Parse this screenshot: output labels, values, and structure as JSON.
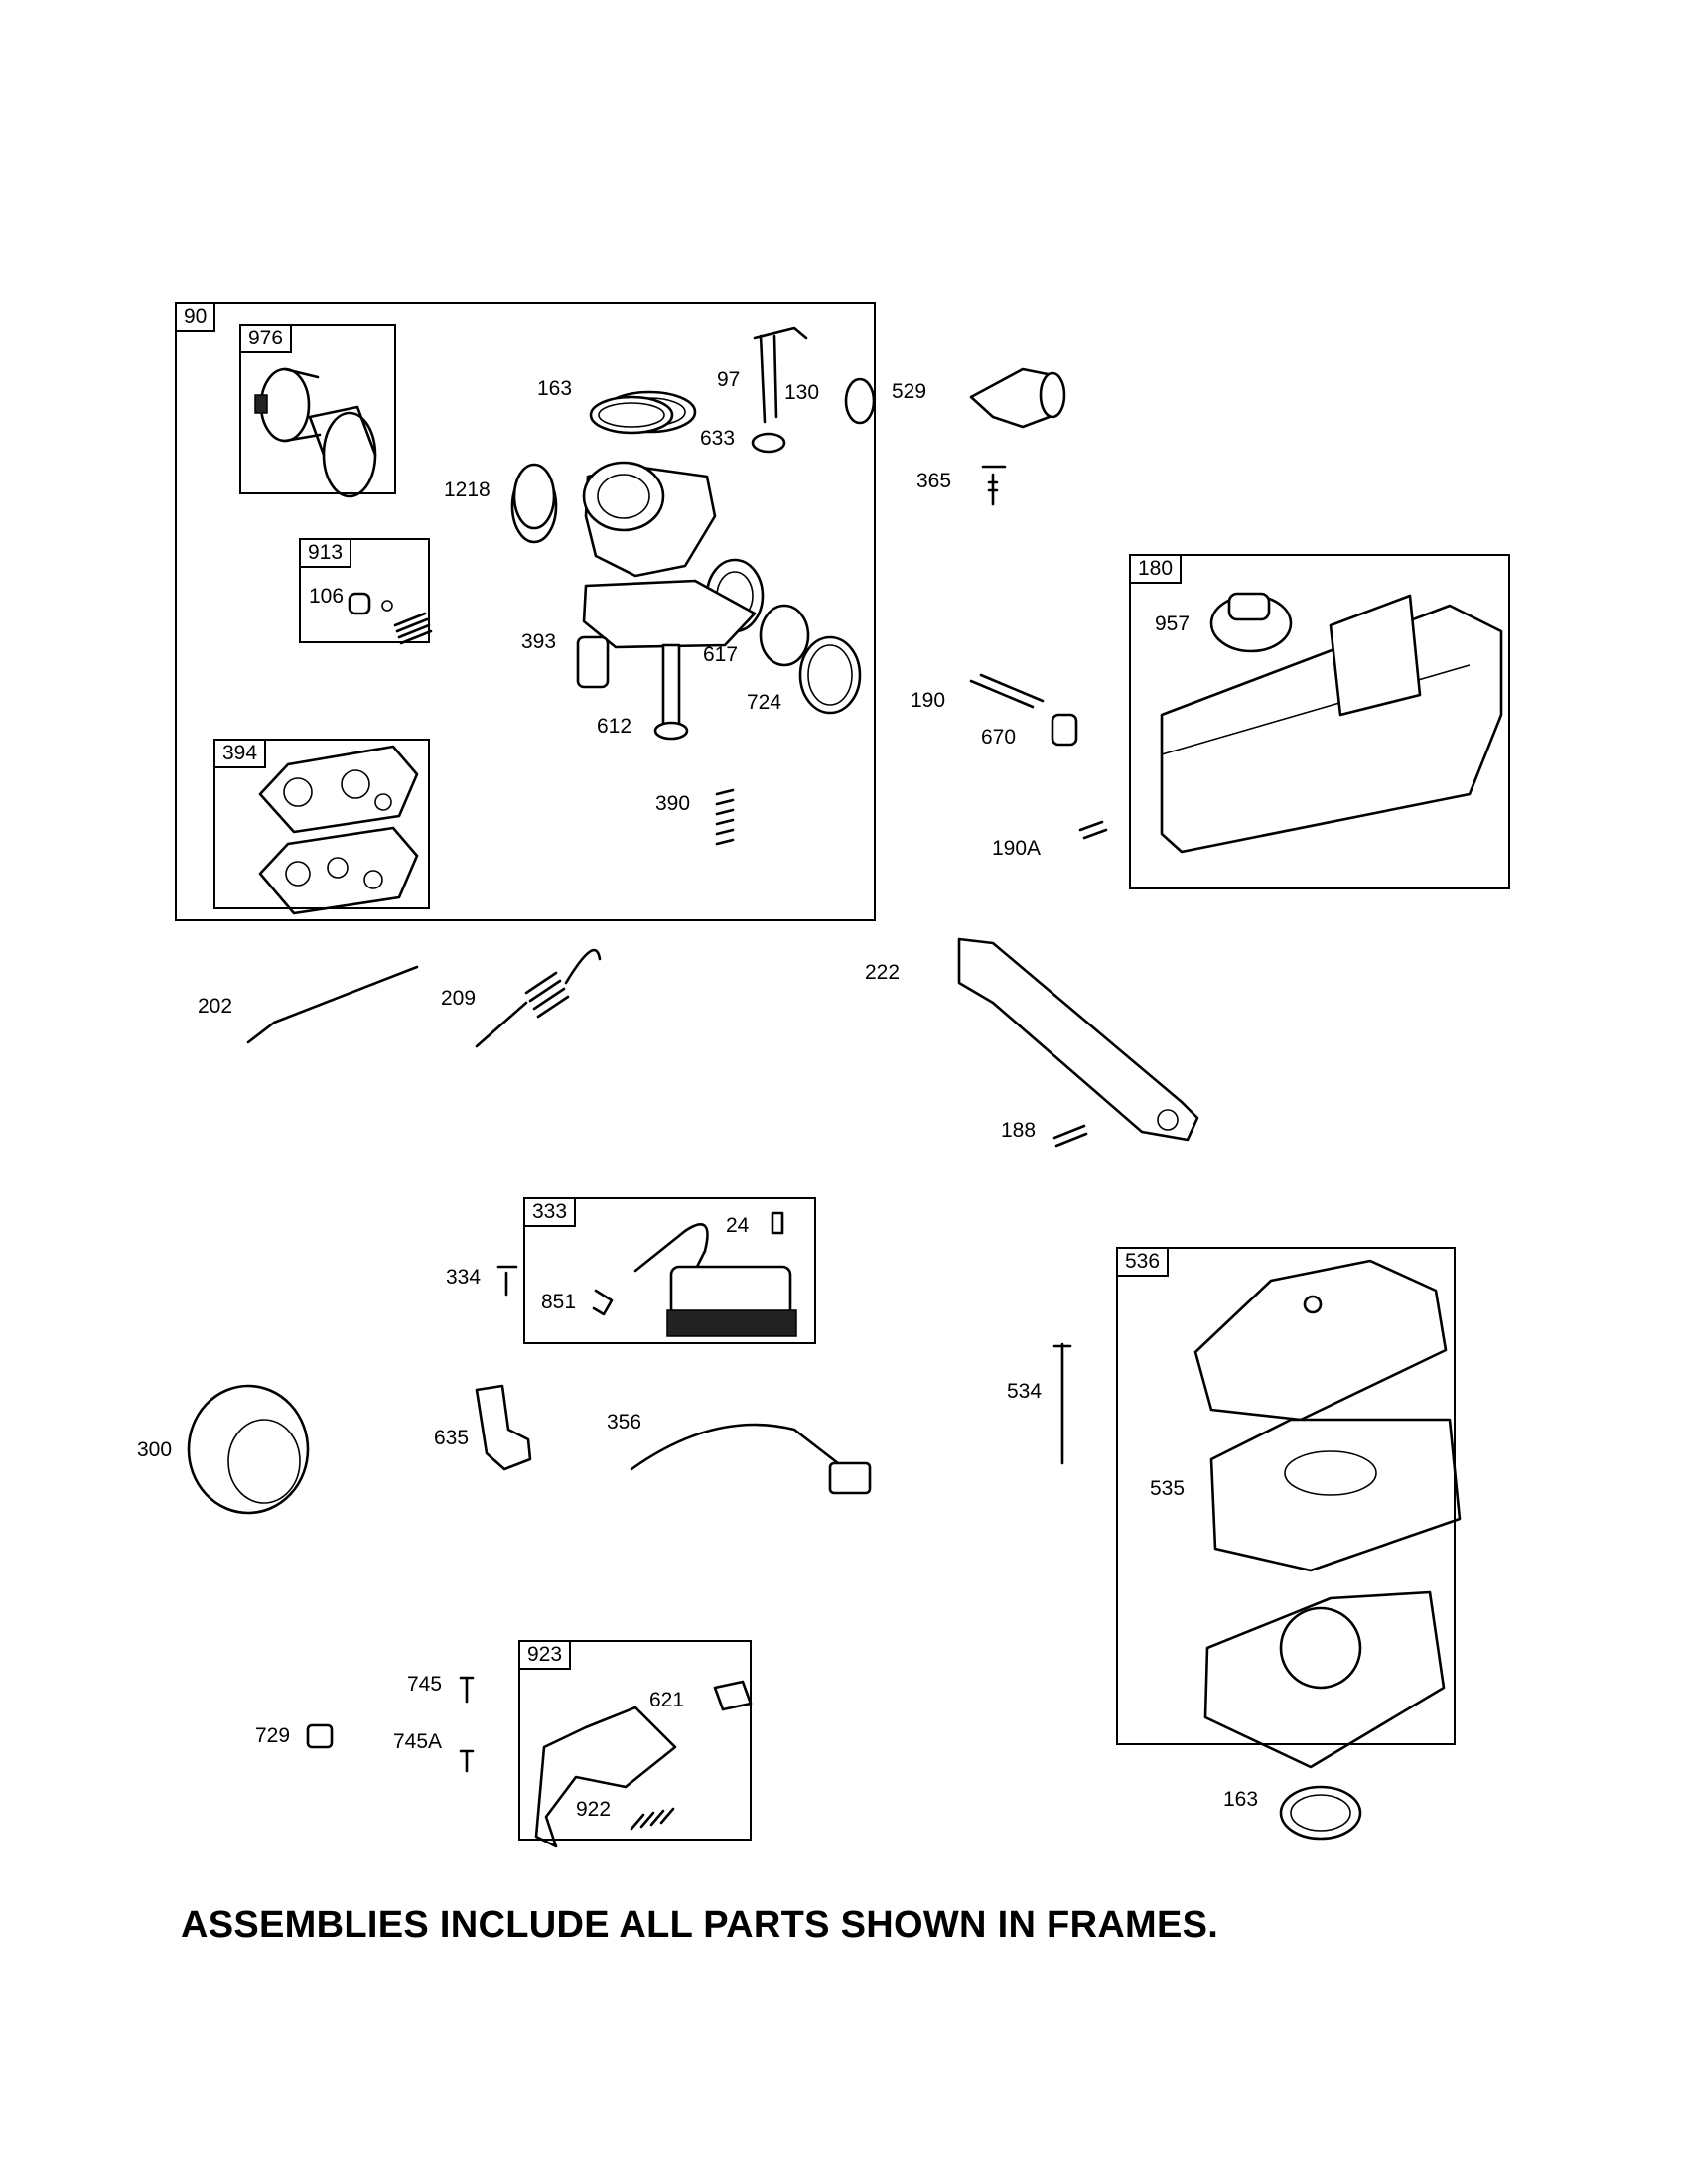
{
  "frames": [
    {
      "id": "frame-90",
      "tag": "90"
    },
    {
      "id": "frame-976",
      "tag": "976"
    },
    {
      "id": "frame-913",
      "tag": "913"
    },
    {
      "id": "frame-394",
      "tag": "394"
    },
    {
      "id": "frame-180",
      "tag": "180"
    },
    {
      "id": "frame-333",
      "tag": "333"
    },
    {
      "id": "frame-536",
      "tag": "536"
    },
    {
      "id": "frame-923",
      "tag": "923"
    }
  ],
  "labels": {
    "p163a": "163",
    "p97": "97",
    "p130": "130",
    "p633": "633",
    "p1218": "1218",
    "p106": "106",
    "p393": "393",
    "p617": "617",
    "p724": "724",
    "p612": "612",
    "p390": "390",
    "p529": "529",
    "p365": "365",
    "p957": "957",
    "p190": "190",
    "p670": "670",
    "p190A": "190A",
    "p202": "202",
    "p209": "209",
    "p222": "222",
    "p188": "188",
    "p24": "24",
    "p334": "334",
    "p851": "851",
    "p534": "534",
    "p535": "535",
    "p300": "300",
    "p635": "635",
    "p356": "356",
    "p745": "745",
    "p621": "621",
    "p729": "729",
    "p745A": "745A",
    "p922": "922",
    "p163b": "163"
  },
  "footer": "ASSEMBLIES INCLUDE ALL PARTS SHOWN IN FRAMES."
}
